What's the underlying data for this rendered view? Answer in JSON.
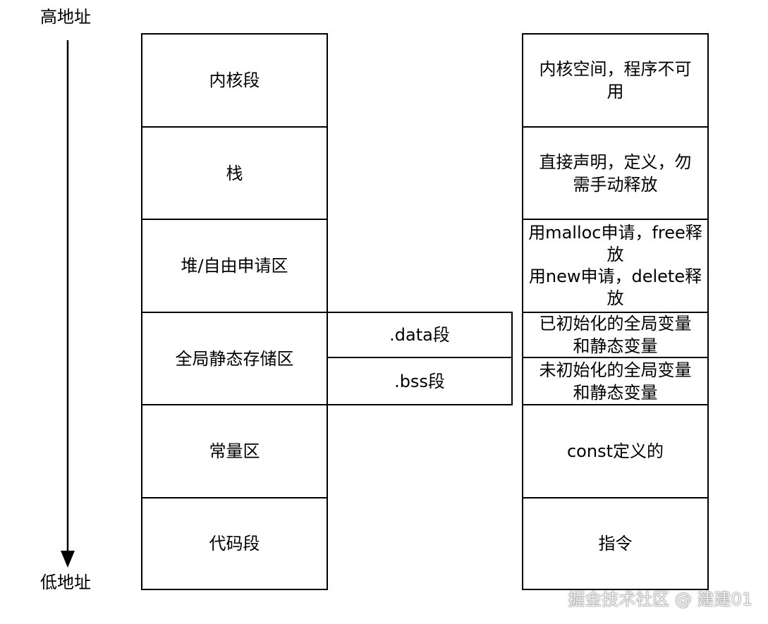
{
  "axis": {
    "high_label": "高地址",
    "low_label": "低地址"
  },
  "segments": [
    {
      "id": "kernel",
      "label": "内核段"
    },
    {
      "id": "stack",
      "label": "栈"
    },
    {
      "id": "heap",
      "label": "堆/自由申请区"
    },
    {
      "id": "global",
      "label": "全局静态存储区"
    },
    {
      "id": "const",
      "label": "常量区"
    },
    {
      "id": "code",
      "label": "代码段"
    }
  ],
  "sub_segments": [
    {
      "id": "data",
      "label": ".data段"
    },
    {
      "id": "bss",
      "label": ".bss段"
    }
  ],
  "descriptions": [
    {
      "id": "kernel",
      "text": "内核空间，程序不可\n用"
    },
    {
      "id": "stack",
      "text": "直接声明，定义，勿\n需手动释放"
    },
    {
      "id": "heap",
      "text": "用malloc申请，free释\n放\n用new申请，delete释\n放"
    },
    {
      "id": "data",
      "text": "已初始化的全局变量\n和静态变量"
    },
    {
      "id": "bss",
      "text": "未初始化的全局变量\n和静态变量"
    },
    {
      "id": "const",
      "text": "const定义的"
    },
    {
      "id": "code",
      "text": "指令"
    }
  ],
  "watermark": "掘金技术社区 @ 建建01"
}
